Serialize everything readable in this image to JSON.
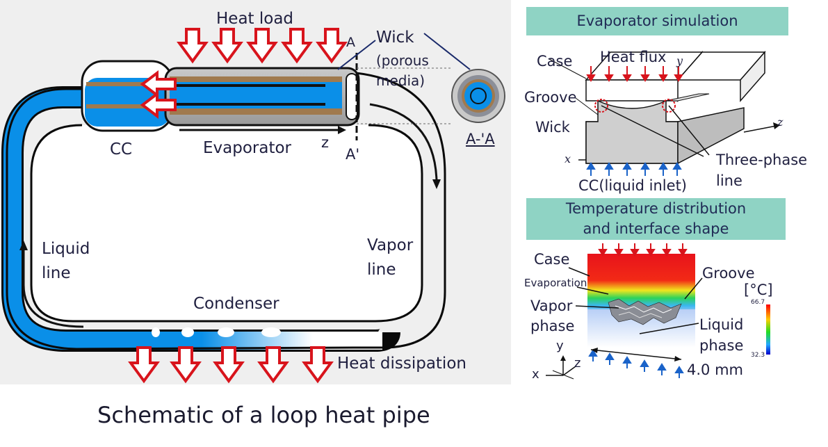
{
  "left": {
    "heat_load": "Heat load",
    "wick": "Wick",
    "porous1": "(porous",
    "porous2": "media)",
    "a_top": "A",
    "a_bottom": "A'",
    "section": "A-'A",
    "cc": "CC",
    "evaporator": "Evaporator",
    "z": "z",
    "liquid1": "Liquid",
    "liquid2": "line",
    "vapor1": "Vapor",
    "vapor2": "line",
    "condenser": "Condenser",
    "heat_dissipation": "Heat dissipation"
  },
  "caption": "Schematic of a loop heat pipe",
  "sim": {
    "banner": "Evaporator simulation",
    "case": "Case",
    "heat_flux": "Heat flux",
    "y": "y",
    "groove": "Groove",
    "wick": "Wick",
    "z": "z",
    "x": "x",
    "three_phase1": "Three-phase",
    "three_phase2": "line",
    "cc_inlet": "CC(liquid inlet)"
  },
  "temp": {
    "banner1": "Temperature distribution",
    "banner2": "and interface shape",
    "case": "Case",
    "evaporation": "Evaporation",
    "groove": "Groove",
    "vapor1": "Vapor",
    "vapor2": "phase",
    "liquid1": "Liquid",
    "liquid2": "phase",
    "unit": "[°C]",
    "max": "66.7",
    "min": "32.3",
    "y": "y",
    "x": "x",
    "z": "z",
    "scale": "4.0 mm"
  },
  "colors": {
    "arrow_red": "#d8141c",
    "liquid_blue": "#0a8fe8",
    "banner": "#8fd3c4",
    "wick_brown": "#a07a4e"
  }
}
